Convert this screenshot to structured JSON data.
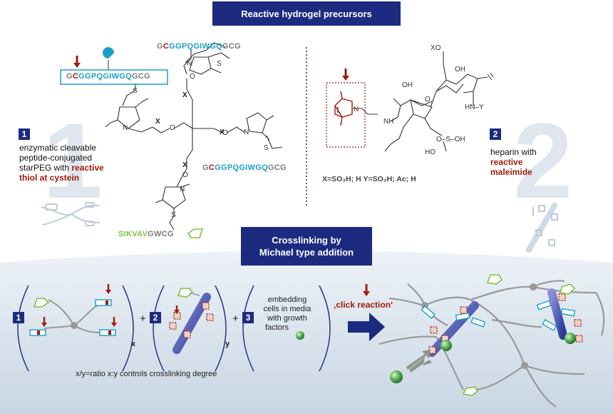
{
  "titles": {
    "top": "Reactive hydrogel precursors",
    "middle_line1": "Crosslinking by",
    "middle_line2": "Michael type addition"
  },
  "left_panel": {
    "number": "1",
    "big_number": "1",
    "desc_line1": "enzymatic cleavable",
    "desc_line2": "peptide-conjugated",
    "desc_line3_plain": "starPEG with ",
    "desc_line3_red": "reactive",
    "desc_line4_red": "thiol at cystein",
    "sequence_boxed": [
      "G",
      "C",
      "GGPQGI",
      "WGQ",
      "GCG"
    ],
    "sequence_top": [
      "G",
      "C",
      "GGPQGIWGQ",
      "GCG"
    ],
    "sequence_right": [
      "G",
      "C",
      "GGPQGIWGQ",
      "GCG"
    ],
    "bottom_peptide_green": "SIKVAV",
    "bottom_peptide_gray": "GWCG",
    "linker_label": "X",
    "atom_o": "O",
    "atom_n": "N",
    "atom_s": "S"
  },
  "right_panel": {
    "number": "2",
    "big_number": "2",
    "desc_line1": "heparin with",
    "desc_line2_red": "reactive",
    "desc_line3_red": "maleimide",
    "legend": "X=SO₃H; H   Y=SO₃H; Ac; H",
    "atom_xo": "XO",
    "atom_oh": "OH",
    "atom_hn_y": "HN–Y",
    "atom_nh": "NH",
    "atom_oso3h": "O–S–OH",
    "atom_ho": "HO",
    "atom_o": "O",
    "atom_n": "N"
  },
  "bottom": {
    "box1": "1",
    "box2": "2",
    "box3": "3",
    "plus1": "+",
    "plus2": "+",
    "sub_x": "x",
    "sub_y": "y",
    "embedding_line1": "embedding",
    "embedding_line2": "cells in media",
    "embedding_line3": "with growth",
    "embedding_line4": "factors",
    "click_reaction": "‚click reaction‘",
    "ratio_text": "x/y=ratio x:y controls crosslinking degree"
  },
  "colors": {
    "navy": "#1c2b80",
    "red": "#a01b0c",
    "teal": "#1aa0c8",
    "green": "#7cc242",
    "bg_bottom": "#dde5ee"
  }
}
